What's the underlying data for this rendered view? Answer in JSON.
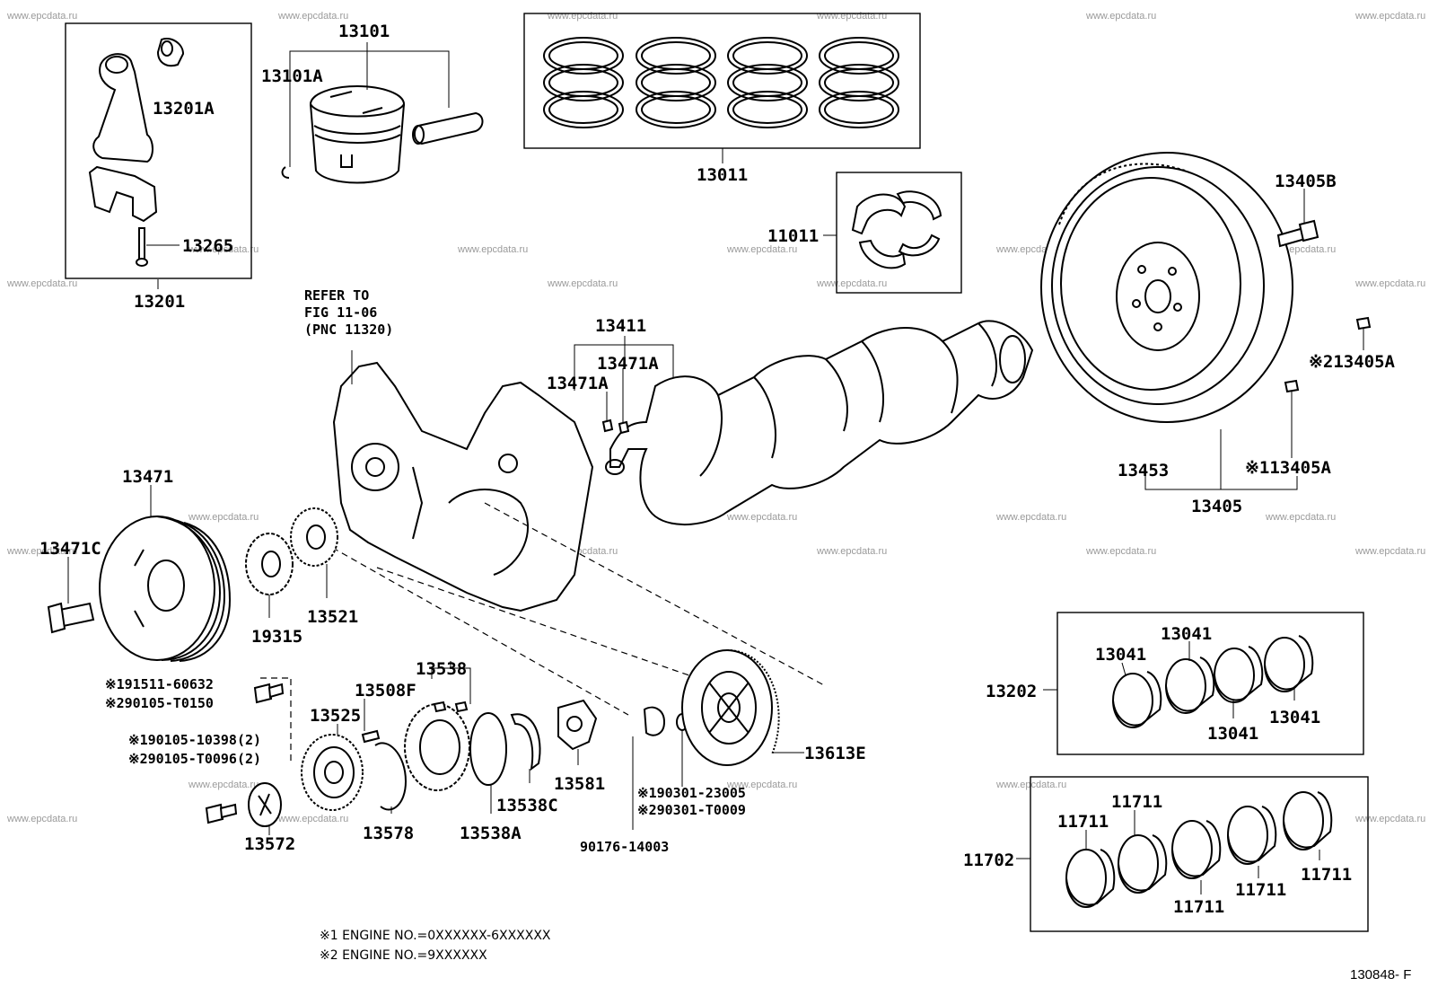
{
  "watermark": "www.epcdata.ru",
  "figure_id": "130848- F",
  "refer_note": [
    "REFER TO",
    "FIG 11-06",
    "(PNC 11320)"
  ],
  "footnotes": [
    "※1 ENGINE NO.=0XXXXXX-6XXXXXX",
    "※2 ENGINE NO.=9XXXXXX"
  ],
  "labels": {
    "p13101": "13101",
    "p13101A": "13101A",
    "p13201A": "13201A",
    "p13265": "13265",
    "p13201": "13201",
    "p13011": "13011",
    "p11011": "11011",
    "p13405B": "13405B",
    "p13405A_2": "※213405A",
    "p13405A_1": "※113405A",
    "p13453": "13453",
    "p13405": "13405",
    "p13411": "13411",
    "p13471A_r": "13471A",
    "p13471A_l": "13471A",
    "p13471": "13471",
    "p13471C": "13471C",
    "p19315": "19315",
    "p13521": "13521",
    "p13538": "13538",
    "p13508F": "13508F",
    "p13525": "13525",
    "p13581": "13581",
    "p13578": "13578",
    "p13538A": "13538A",
    "p13538C": "13538C",
    "p13572": "13572",
    "p13613E": "13613E",
    "p90301_1": "※190301-23005",
    "p90301_2": "※290301-T0009",
    "p90176": "90176-14003",
    "p91511": "※191511-60632",
    "p90105_T0150": "※290105-T0150",
    "p90105_10398": "※190105-10398(2)",
    "p90105_T0096": "※290105-T0096(2)",
    "p13202": "13202",
    "p13041_a": "13041",
    "p13041_b": "13041",
    "p13041_c": "13041",
    "p13041_d": "13041",
    "p11702": "11702",
    "p11711_a": "11711",
    "p11711_b": "11711",
    "p11711_c": "11711",
    "p11711_d": "11711",
    "p11711_e": "11711"
  }
}
